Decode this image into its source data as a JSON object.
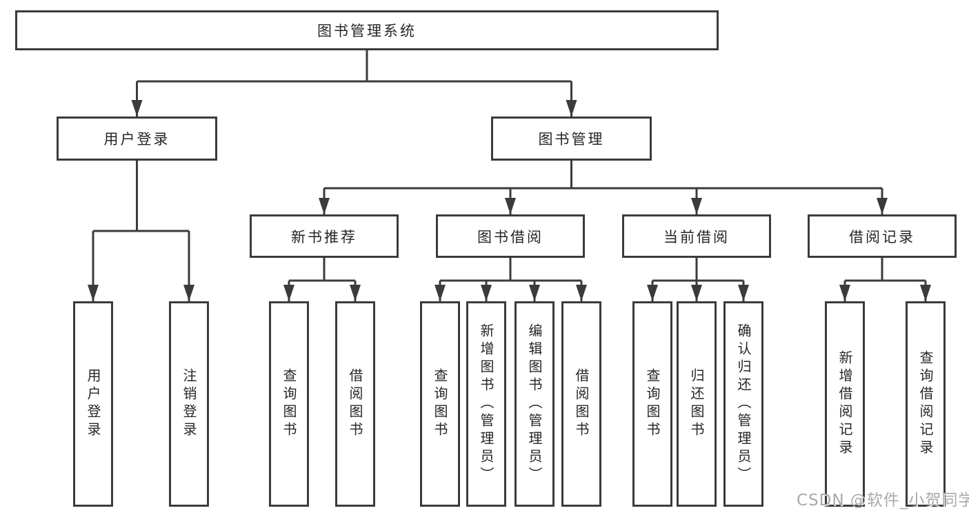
{
  "diagram": {
    "root": {
      "label": "图书管理系统"
    },
    "branches": [
      {
        "label": "用户登录",
        "children": [
          {
            "label": "用户登录"
          },
          {
            "label": "注销登录"
          }
        ]
      },
      {
        "label": "图书管理",
        "children": [
          {
            "label": "新书推荐",
            "children": [
              {
                "label": "查询图书"
              },
              {
                "label": "借阅图书"
              }
            ]
          },
          {
            "label": "图书借阅",
            "children": [
              {
                "label": "查询图书"
              },
              {
                "label": "新增图书（管理员）"
              },
              {
                "label": "编辑图书（管理员）"
              },
              {
                "label": "借阅图书"
              }
            ]
          },
          {
            "label": "当前借阅",
            "children": [
              {
                "label": "查询图书"
              },
              {
                "label": "归还图书"
              },
              {
                "label": "确认归还（管理员）"
              }
            ]
          },
          {
            "label": "借阅记录",
            "children": [
              {
                "label": "新增借阅记录"
              },
              {
                "label": "查询借阅记录"
              }
            ]
          }
        ]
      }
    ]
  },
  "watermark": {
    "text": "CSDN @软件_小贺同学",
    "color": "#a9a9a9"
  },
  "colors": {
    "line": "#3b3b3b",
    "text": "#262626",
    "background": "#ffffff"
  }
}
